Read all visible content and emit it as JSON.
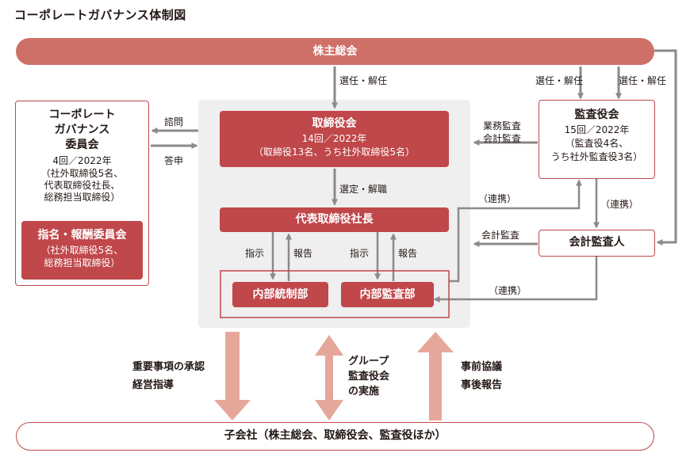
{
  "title": "コーポレートガバナンス体制図",
  "colors": {
    "accent_red": "#c0474a",
    "shareholders_bar": "#cf7068",
    "gray_panel": "#efefef",
    "arrow_gray": "#8a8a8a",
    "pink_arrow": "#e6a79b"
  },
  "nodes": {
    "shareholders": "株主総会",
    "board": {
      "name": "取締役会",
      "count": "14回／2022年",
      "detail": "（取締役13名、うち社外取締役5名）"
    },
    "governance": {
      "l1": "コーポレート",
      "l2": "ガバナンス",
      "l3": "委員会",
      "count": "4回／2022年",
      "d1": "（社外取締役5名、",
      "d2": "代表取締役社長、",
      "d3": "総務担当取締役）"
    },
    "nomination": {
      "name": "指名・報酬委員会",
      "d1": "（社外取締役5名、",
      "d2": "総務担当取締役）"
    },
    "auditors": {
      "name": "監査役会",
      "count": "15回／2022年",
      "d1": "（監査役4名、",
      "d2": "うち社外監査役3名）"
    },
    "president": "代表取締役社長",
    "accounting_auditor": "会計監査人",
    "internal_control": "内部統制部",
    "internal_audit": "内部監査部",
    "subsidiaries": "子会社（株主総会、取締役会、監査役ほか）"
  },
  "labels": {
    "elect_dismiss": "選任・解任",
    "select_dismiss": "選定・解職",
    "consult": "諮問",
    "report_back": "答申",
    "business_audit": "業務監査",
    "accounting_audit": "会計監査",
    "accounting_audit2": "会計監査",
    "cooperate": "（連携）",
    "instruction": "指示",
    "report": "報告",
    "approve1": "重要事項の承認",
    "approve2": "経営指導",
    "group1": "グループ",
    "group2": "監査役会",
    "group3": "の実施",
    "prior1": "事前協議",
    "prior2": "事後報告"
  }
}
